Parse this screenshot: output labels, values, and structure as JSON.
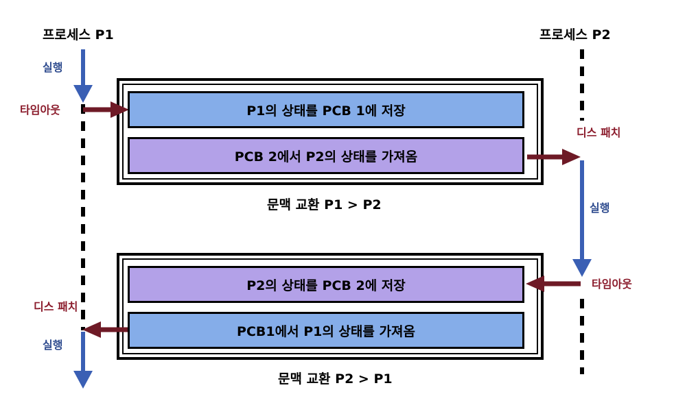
{
  "process_p1": {
    "title": "프로세스 P1"
  },
  "process_p2": {
    "title": "프로세스 P2"
  },
  "labels": {
    "run": "실행",
    "timeout": "타임아웃",
    "dispatch": "디스 패치"
  },
  "context_switch_1": {
    "save_step": "P1의 상태를 PCB 1에 저장",
    "load_step": "PCB 2에서 P2의 상태를 가져옴",
    "title": "문맥 교환 P1 > P2"
  },
  "context_switch_2": {
    "save_step": "P2의 상태를 PCB 2에 저장",
    "load_step": "PCB1에서 P1의 상태를 가져옴",
    "title": "문맥 교환 P2 > P1"
  },
  "colors": {
    "run_arrow": "#3a5fb4",
    "event_arrow": "#6e1a26",
    "save_bar": "#85ade9",
    "load_bar": "#b3a1e8",
    "run_label": "#2f4c8f",
    "event_label": "#8b1c2c"
  }
}
